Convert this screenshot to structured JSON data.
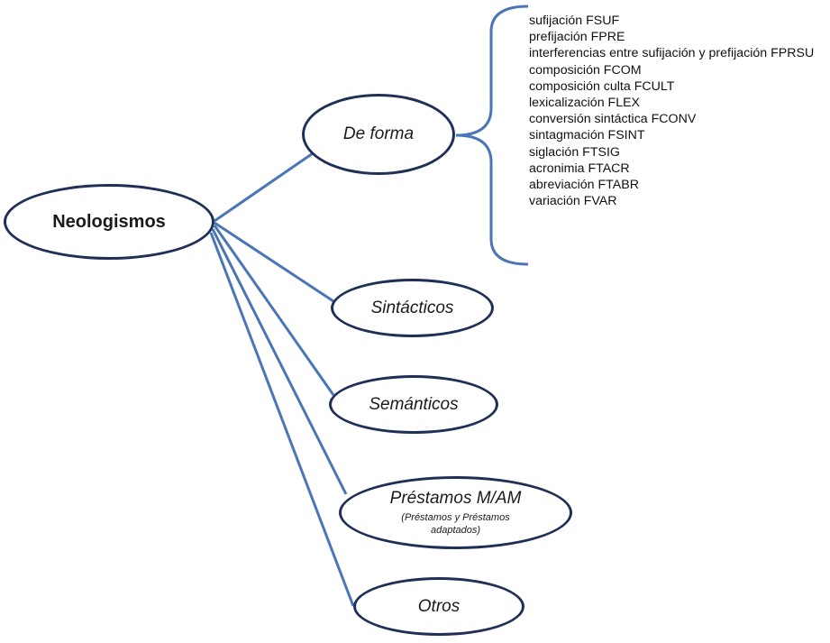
{
  "root": {
    "label": "Neologismos"
  },
  "branches": [
    {
      "id": "forma",
      "label": "De forma"
    },
    {
      "id": "sint",
      "label": "Sintácticos"
    },
    {
      "id": "sem",
      "label": "Semánticos"
    },
    {
      "id": "prest",
      "label": "Préstamos M/AM",
      "sublabel": "(Préstamos y Préstamos adaptados)"
    },
    {
      "id": "otros",
      "label": "Otros"
    }
  ],
  "forma_types": [
    "sufijación FSUF",
    "prefijación FPRE",
    "interferencias entre sufijación y prefijación FPRSU",
    "composición FCOM",
    "composición culta FCULT",
    "lexicalización FLEX",
    "conversión sintáctica FCONV",
    "sintagmación FSINT",
    "siglación FTSIG",
    "acronimia FTACR",
    "abreviación FTABR",
    "variación FVAR"
  ],
  "colors": {
    "connector": "#4a76b8",
    "node_border": "#1f2f55",
    "brace": "#4a76b8"
  }
}
